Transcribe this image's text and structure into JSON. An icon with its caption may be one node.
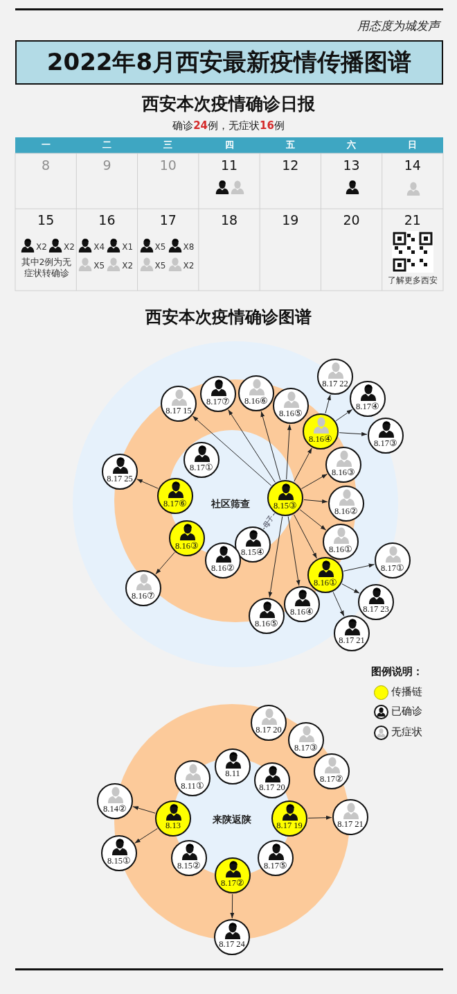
{
  "diagram": {
    "title": "2022年8月西安最新疫情传播图谱",
    "nodes": [
      {
        "text": [
          "8.17 15"
        ]
      },
      {
        "text": [
          "8.17⑦"
        ]
      },
      {
        "text": [
          "8.16⑥"
        ]
      },
      {
        "text": [
          "8.16⑤"
        ]
      },
      {
        "text": [
          "8.17 22"
        ]
      },
      {
        "text": [
          "8.17④"
        ]
      },
      {
        "text": [
          "8.16④"
        ]
      },
      {
        "text": [
          "8.17③"
        ]
      },
      {
        "text": [
          "8.17①"
        ]
      },
      {
        "text": [
          "8.17 25"
        ]
      },
      {
        "text": [
          "8.16③"
        ]
      },
      {
        "text": [
          "8.17⑥"
        ]
      },
      {
        "text": [
          "8.15③"
        ]
      },
      {
        "text": [
          "8.16②"
        ]
      },
      {
        "text": [
          "8.16③"
        ]
      },
      {
        "text": [
          "8.15④"
        ]
      },
      {
        "text": [
          "8.16①"
        ]
      },
      {
        "text": [
          "8.16②"
        ]
      },
      {
        "text": [
          "8.17①"
        ]
      },
      {
        "text": [
          "8.16①"
        ]
      },
      {
        "text": [
          "8.16⑦"
        ]
      },
      {
        "text": [
          "8.16④"
        ]
      },
      {
        "text": [
          "8.17 23"
        ]
      },
      {
        "text": [
          "8.16⑤"
        ]
      },
      {
        "text": [
          "8.17 21"
        ]
      },
      {
        "text": [
          "8.17 20"
        ]
      },
      {
        "text": [
          "8.17③"
        ]
      },
      {
        "text": [
          "8.17②"
        ]
      },
      {
        "text": [
          "8.11①"
        ]
      },
      {
        "text": [
          "8.11"
        ]
      },
      {
        "text": [
          "8.17 20"
        ]
      },
      {
        "text": [
          "8.14②"
        ]
      },
      {
        "text": [
          "8.13"
        ]
      },
      {
        "text": [
          "8.17 19"
        ]
      },
      {
        "text": [
          "8.17 21"
        ]
      },
      {
        "text": [
          "8.15①"
        ]
      },
      {
        "text": [
          "8.15②"
        ]
      },
      {
        "text": [
          "8.17⑤"
        ]
      },
      {
        "text": [
          "8.17②"
        ]
      },
      {
        "text": [
          "8.17 24"
        ]
      }
    ],
    "edges": [
      {
        "from": 12,
        "to": 0,
        "arrow": "to"
      },
      {
        "from": 12,
        "to": 1,
        "arrow": "to"
      },
      {
        "from": 12,
        "to": 2,
        "arrow": "to"
      },
      {
        "from": 12,
        "to": 3,
        "arrow": "to"
      },
      {
        "from": 12,
        "to": 6,
        "arrow": "to"
      },
      {
        "from": 12,
        "to": 10,
        "arrow": "to"
      },
      {
        "from": 12,
        "to": 13,
        "arrow": "to"
      },
      {
        "from": 12,
        "to": 16,
        "arrow": "to"
      },
      {
        "from": 12,
        "to": 19,
        "arrow": "to"
      },
      {
        "from": 12,
        "to": 21,
        "arrow": "to"
      },
      {
        "from": 12,
        "to": 23,
        "arrow": "to"
      },
      {
        "from": 12,
        "to": 15,
        "arrow": "none",
        "label": "母子"
      },
      {
        "from": 6,
        "to": 4,
        "arrow": "to"
      },
      {
        "from": 6,
        "to": 5,
        "arrow": "to"
      },
      {
        "from": 6,
        "to": 7,
        "arrow": "to"
      },
      {
        "from": 11,
        "to": 9,
        "arrow": "to"
      },
      {
        "from": 14,
        "to": 20,
        "arrow": "to"
      },
      {
        "from": 19,
        "to": 18,
        "arrow": "to"
      },
      {
        "from": 19,
        "to": 22,
        "arrow": "to"
      },
      {
        "from": 19,
        "to": 24,
        "arrow": "to"
      },
      {
        "from": 32,
        "to": 31,
        "arrow": "to"
      },
      {
        "from": 32,
        "to": 35,
        "arrow": "to"
      },
      {
        "from": 33,
        "to": 34,
        "arrow": "to"
      },
      {
        "from": 38,
        "to": 39,
        "arrow": "to"
      }
    ],
    "labels": [
      "用态度为城发声",
      "西安本次疫情确诊日报",
      "确诊**24**例，无症状**16**例",
      "一",
      "二",
      "三",
      "四",
      "五",
      "六",
      "日",
      "8",
      "9",
      "10",
      "11",
      "12",
      "13",
      "14",
      "15",
      "X2",
      "X2",
      "其中2例为无症状转确诊",
      "16",
      "X4",
      "X1",
      "X5",
      "X2",
      "17",
      "X5",
      "X8",
      "X5",
      "X2",
      "18",
      "19",
      "20",
      "21",
      "了解更多西安",
      "西安本次疫情确诊图谱",
      "社区筛查",
      "图例说明：",
      "来陕返陕"
    ],
    "legend": [
      {
        "text": "传播链",
        "color": "#ffff00"
      },
      {
        "text": "已确诊"
      },
      {
        "text": "无症状"
      }
    ]
  }
}
